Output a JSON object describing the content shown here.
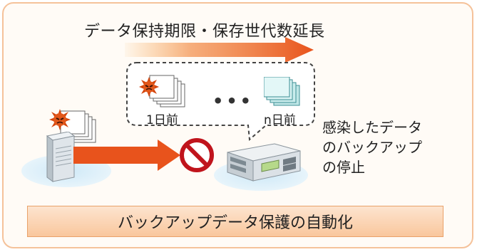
{
  "diagram": {
    "top_label": "データ保持期限・保存世代数延長",
    "generation_first": "1日前",
    "generation_dots": "•••",
    "generation_last": "n日前",
    "side_note": [
      "感染したデータ",
      "のバックアップ",
      "の停止"
    ],
    "bottom_banner": "バックアップデータ保護の自動化",
    "colors": {
      "frame_border": "#f5c29a",
      "arrow_orange": "#e8531c",
      "prohibit_red": "#c0141c",
      "banner_fill": "#f9c79d"
    },
    "icons": [
      "virus-icon",
      "server-icon",
      "storage-device-icon",
      "prohibited-icon",
      "document-stack-icon"
    ]
  }
}
